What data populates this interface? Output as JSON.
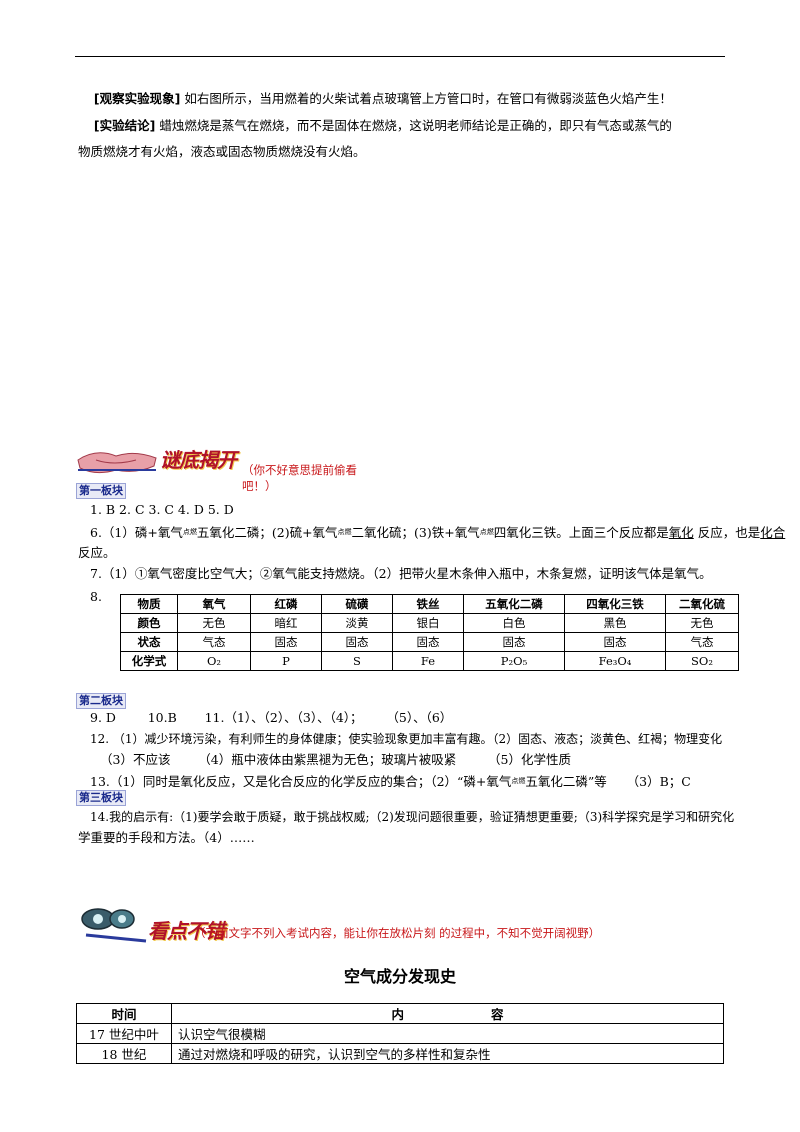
{
  "top": {
    "observe_label": "[观察实验现象]",
    "observe_text": " 如右图所示，当用燃着的火柴试着点玻璃管上方管口时，在管口有微弱淡蓝色火焰产生！",
    "conclusion_label": "[实验结论]",
    "conclusion_text1": " 蜡烛燃烧是蒸气在燃烧，而不是固体在燃烧，这说明老师结论是正确的，即只有气态或蒸气的",
    "conclusion_text2": "物质燃烧才有火焰，液态或固态物质燃烧没有火焰。"
  },
  "answers_header": {
    "logo": "谜底揭开",
    "note": "（你不好意思提前偷看吧！）"
  },
  "block1": {
    "label": "第一板块",
    "q1_5": "1. B   2. C   3. C   4. D   5. D",
    "q6_a": "6.（1）磷+氧气",
    "q6_b": "五氧化二磷；(2)硫+氧气",
    "q6_c": "二氧化硫；(3)铁+氧气",
    "q6_d": "四氧化三铁。上面三个反应都是",
    "q6_ox": "氧化",
    "q6_e": "  反应，也是",
    "q6_hh": "化合",
    "q6_cond": "点燃",
    "q6_line2": "反应。",
    "q7": "7.（1）①氧气密度比空气大；②氧气能支持燃烧。（2）把带火星木条伸入瓶中，木条复燃，证明该气体是氧气。",
    "q8": "8.",
    "table": [
      [
        "物质",
        "氧气",
        "红磷",
        "硫磺",
        "铁丝",
        "五氧化二磷",
        "四氧化三铁",
        "二氧化硫"
      ],
      [
        "颜色",
        "无色",
        "暗红",
        "淡黄",
        "银白",
        "白色",
        "黑色",
        "无色"
      ],
      [
        "状态",
        "气态",
        "固态",
        "固态",
        "固态",
        "固态",
        "固态",
        "气态"
      ],
      [
        "化学式",
        "O₂",
        "P",
        "S",
        "Fe",
        "P₂O₅",
        "Fe₃O₄",
        "SO₂"
      ]
    ]
  },
  "block2": {
    "label": "第二板块",
    "q9_11": "9. D        10.B       11.（1）、（2）、（3）、（4）；      （5）、（6）",
    "q12_1": "12. （1）减少环境污染，有利师生的身体健康；使实验现象更加丰富有趣。（2）固态、液态；淡黄色、红褐；物理变化",
    "q12_2": "（3）不应该       （4）瓶中液体由紫黑褪为无色；玻璃片被吸紧        （5）化学性质",
    "q13": "13.（1）同时是氧化反应，又是化合反应的化学反应的集合；（2）“磷+氧气",
    "q13_b": "五氧化二磷”等     （3）B；C"
  },
  "block3": {
    "label": "第三板块",
    "q14_1": "14.我的启示有:（1)要学会敢于质疑，敢于挑战权威;（2)发现问题很重要，验证猜想更重要;（3)科学探究是学习和研究化",
    "q14_2": "学重要的手段和方法。（4）……"
  },
  "reading_header": {
    "logo": "看点不错",
    "note": "（下面文字不列入考试内容，能让你在放松片刻  的过程中，不知不觉开阔视野）"
  },
  "history": {
    "title": "空气成分发现史",
    "col_time": "时间",
    "col_content": "内                    容",
    "rows": [
      [
        "17 世纪中叶",
        "认识空气很模糊"
      ],
      [
        "18 世纪",
        "通过对燃烧和呼吸的研究，认识到空气的多样性和复杂性"
      ]
    ]
  },
  "colors": {
    "accent_red": "#c8171a",
    "section_blue": "#1a2a8c"
  }
}
